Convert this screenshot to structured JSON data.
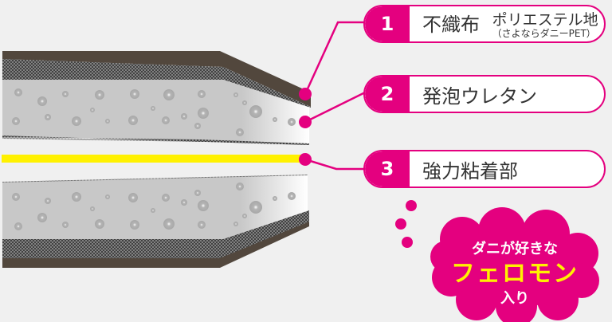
{
  "colors": {
    "background": "#f0f0f0",
    "accent_pink": "#e4007f",
    "adhesive_yellow": "#fff100",
    "fabric_brown": "#52473d",
    "foam_gray": "#c8c8c8"
  },
  "labels": [
    {
      "number": "1",
      "text": "不織布",
      "sub_main": "ポリエステル地",
      "sub_small": "（さよならダニーPET）"
    },
    {
      "number": "2",
      "text": "発泡ウレタン"
    },
    {
      "number": "3",
      "text": "強力粘着部"
    }
  ],
  "callout": {
    "line1": "ダニが好きな",
    "line2": "フェロモン",
    "line3": "入り"
  }
}
